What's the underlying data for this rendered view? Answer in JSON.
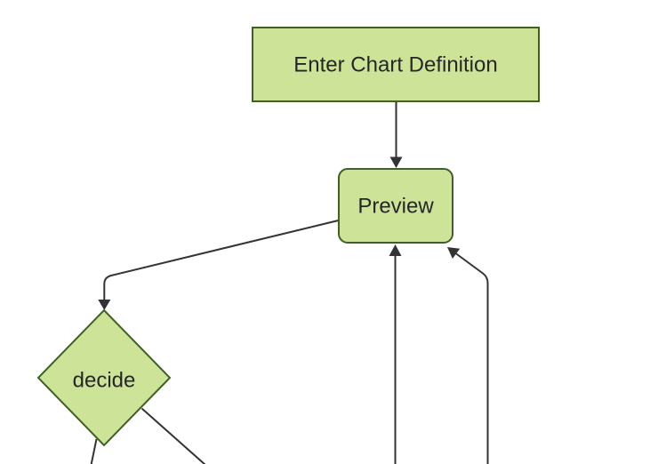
{
  "page": {
    "background": "#ffffff"
  },
  "diagram": {
    "type": "flowchart",
    "direction": "top-down",
    "nodes": [
      {
        "id": "A",
        "label": "Enter Chart Definition",
        "shape": "rectangle"
      },
      {
        "id": "B",
        "label": "Preview",
        "shape": "rounded-rectangle"
      },
      {
        "id": "C",
        "label": "decide",
        "shape": "diamond"
      }
    ],
    "edges": [
      {
        "from": "Enter Chart Definition",
        "to": "Preview",
        "arrowhead": "into Preview top"
      },
      {
        "from": "Preview",
        "to": "decide",
        "arrowhead": "into decide top vertex"
      },
      {
        "from": "decide",
        "to": "(offscreen bottom-left)",
        "arrowhead": "none visible"
      },
      {
        "from": "decide",
        "to": "(offscreen bottom-right)",
        "arrowhead": "none visible"
      },
      {
        "from": "(offscreen bottom)",
        "to": "Preview",
        "arrowhead": "into Preview bottom center"
      },
      {
        "from": "(offscreen bottom-right)",
        "to": "Preview",
        "arrowhead": "into Preview bottom-right corner"
      }
    ],
    "colors": {
      "node_fill": "#cde498",
      "node_border": "#3e6126",
      "edge": "#333333",
      "text": "#262626"
    }
  }
}
